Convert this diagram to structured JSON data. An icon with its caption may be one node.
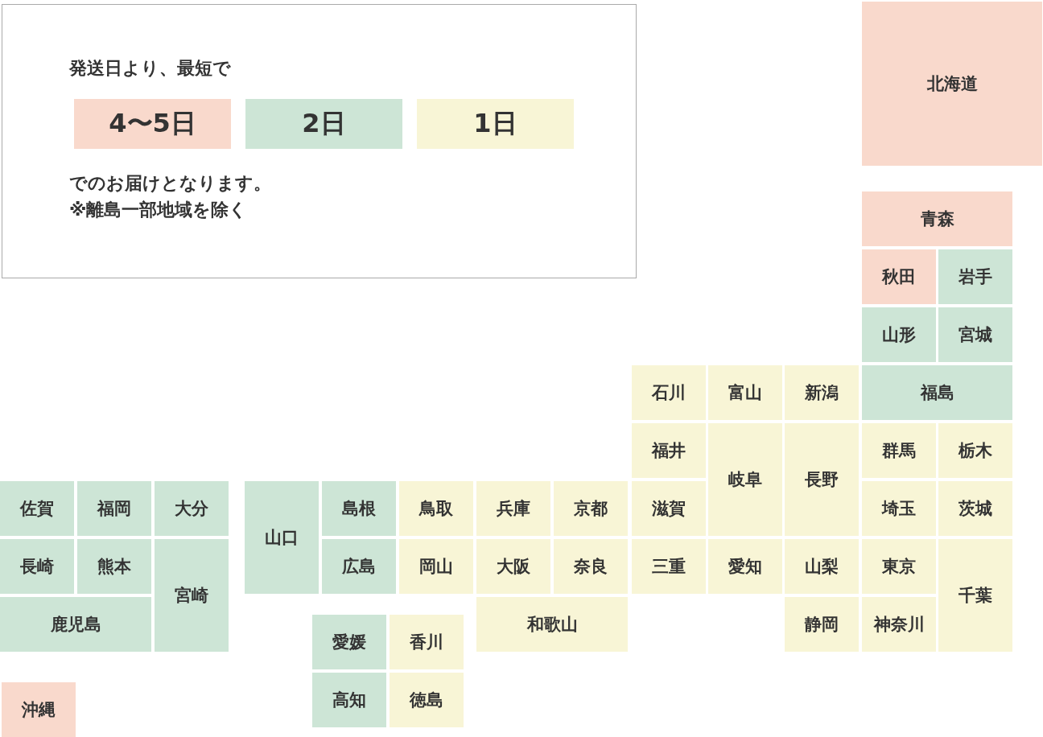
{
  "diagram": {
    "nodes": [
      {
        "text": [
          "発送日より、最短で",
          "でのお届けとなります。",
          "※離島一部地域を除く"
        ]
      },
      {
        "text": [
          "北海道"
        ]
      },
      {
        "text": [
          "青森"
        ]
      },
      {
        "text": [
          "秋田"
        ]
      },
      {
        "text": [
          "岩手"
        ]
      },
      {
        "text": [
          "山形"
        ]
      },
      {
        "text": [
          "宮城"
        ]
      },
      {
        "text": [
          "石川"
        ]
      },
      {
        "text": [
          "富山"
        ]
      },
      {
        "text": [
          "新潟"
        ]
      },
      {
        "text": [
          "福島"
        ]
      },
      {
        "text": [
          "福井"
        ]
      },
      {
        "text": [
          "岐阜"
        ]
      },
      {
        "text": [
          "長野"
        ]
      },
      {
        "text": [
          "群馬"
        ]
      },
      {
        "text": [
          "栃木"
        ]
      },
      {
        "text": [
          "佐賀"
        ]
      },
      {
        "text": [
          "福岡"
        ]
      },
      {
        "text": [
          "大分"
        ]
      },
      {
        "text": [
          "山口"
        ]
      },
      {
        "text": [
          "島根"
        ]
      },
      {
        "text": [
          "鳥取"
        ]
      },
      {
        "text": [
          "兵庫"
        ]
      },
      {
        "text": [
          "京都"
        ]
      },
      {
        "text": [
          "滋賀"
        ]
      },
      {
        "text": [
          "埼玉"
        ]
      },
      {
        "text": [
          "茨城"
        ]
      },
      {
        "text": [
          "長崎"
        ]
      },
      {
        "text": [
          "熊本"
        ]
      },
      {
        "text": [
          "宮崎"
        ]
      },
      {
        "text": [
          "広島"
        ]
      },
      {
        "text": [
          "岡山"
        ]
      },
      {
        "text": [
          "大阪"
        ]
      },
      {
        "text": [
          "奈良"
        ]
      },
      {
        "text": [
          "三重"
        ]
      },
      {
        "text": [
          "愛知"
        ]
      },
      {
        "text": [
          "山梨"
        ]
      },
      {
        "text": [
          "東京"
        ]
      },
      {
        "text": [
          "千葉"
        ]
      },
      {
        "text": [
          "鹿児島"
        ]
      },
      {
        "text": [
          "和歌山"
        ]
      },
      {
        "text": [
          "静岡"
        ]
      },
      {
        "text": [
          "神奈川"
        ]
      },
      {
        "text": [
          "愛媛"
        ]
      },
      {
        "text": [
          "香川"
        ]
      },
      {
        "text": [
          "高知"
        ]
      },
      {
        "text": [
          "徳島"
        ]
      },
      {
        "text": [
          "沖縄"
        ]
      }
    ],
    "legend": [
      {
        "text": "4〜5日",
        "color": "#f9d9cc"
      },
      {
        "text": "2日",
        "color": "#cde5d6"
      },
      {
        "text": "1日",
        "color": "#f8f5d6"
      }
    ]
  }
}
